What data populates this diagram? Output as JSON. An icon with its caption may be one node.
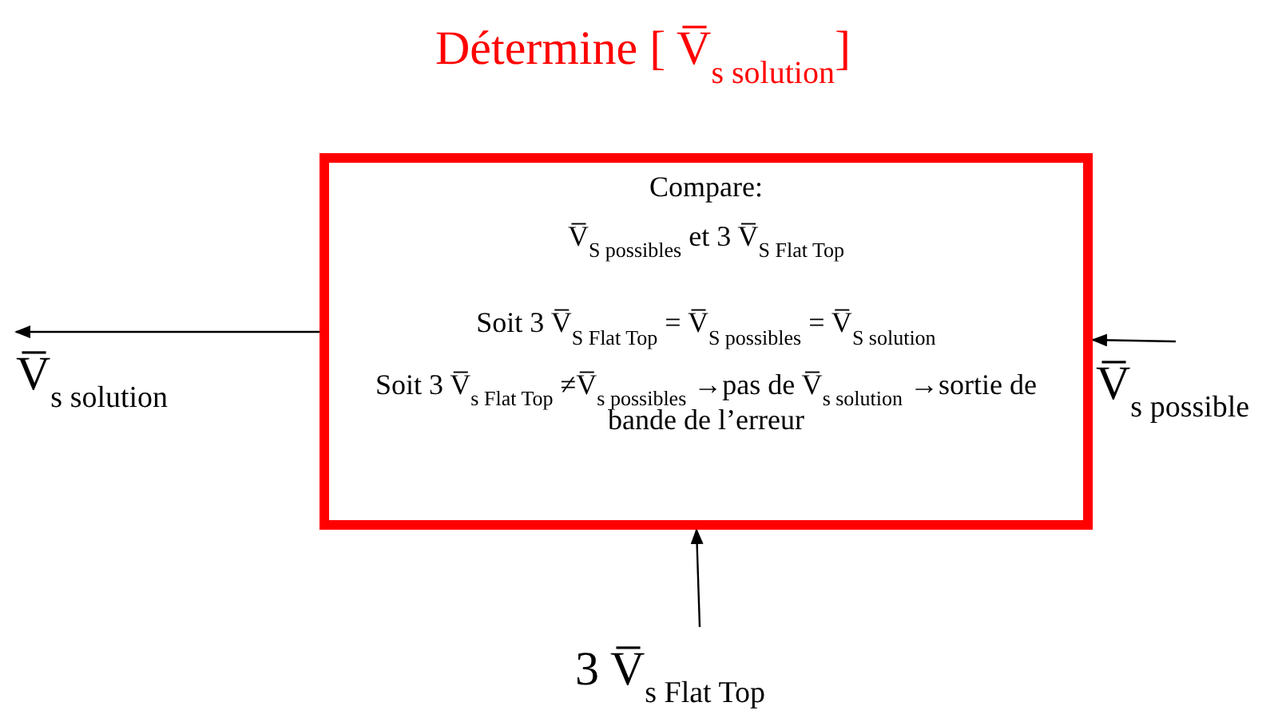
{
  "diagram": {
    "title": "Détermine  [ V̅$_{s solution}$]",
    "nodes": [
      {
        "text": [
          "Compare:",
          "V̅$_{S possibles}$ et 3 V̅$_{S  Flat Top}$",
          "Soit 3 V̅$_{S  Flat Top}$ = V̅$_{S  possibles}$ = V̅$_{S  solution}$",
          "Soit 3 V̅$_{s Flat Top}$ ≠V̅$_{s  possibles}$ →pas de V̅$_{s  solution}$ →sortie de bande de l’erreur"
        ]
      },
      {
        "text": [
          "V̅$_{s solution}$"
        ]
      },
      {
        "text": [
          "V̅$_{s possible}$"
        ]
      },
      {
        "text": [
          "3 V̅$_{s Flat Top}$"
        ]
      }
    ],
    "edges": [
      {
        "from": 0,
        "to": 1,
        "arrow": "to"
      },
      {
        "from": 2,
        "to": 0,
        "arrow": "to"
      },
      {
        "from": 3,
        "to": 0,
        "arrow": "to"
      }
    ]
  }
}
